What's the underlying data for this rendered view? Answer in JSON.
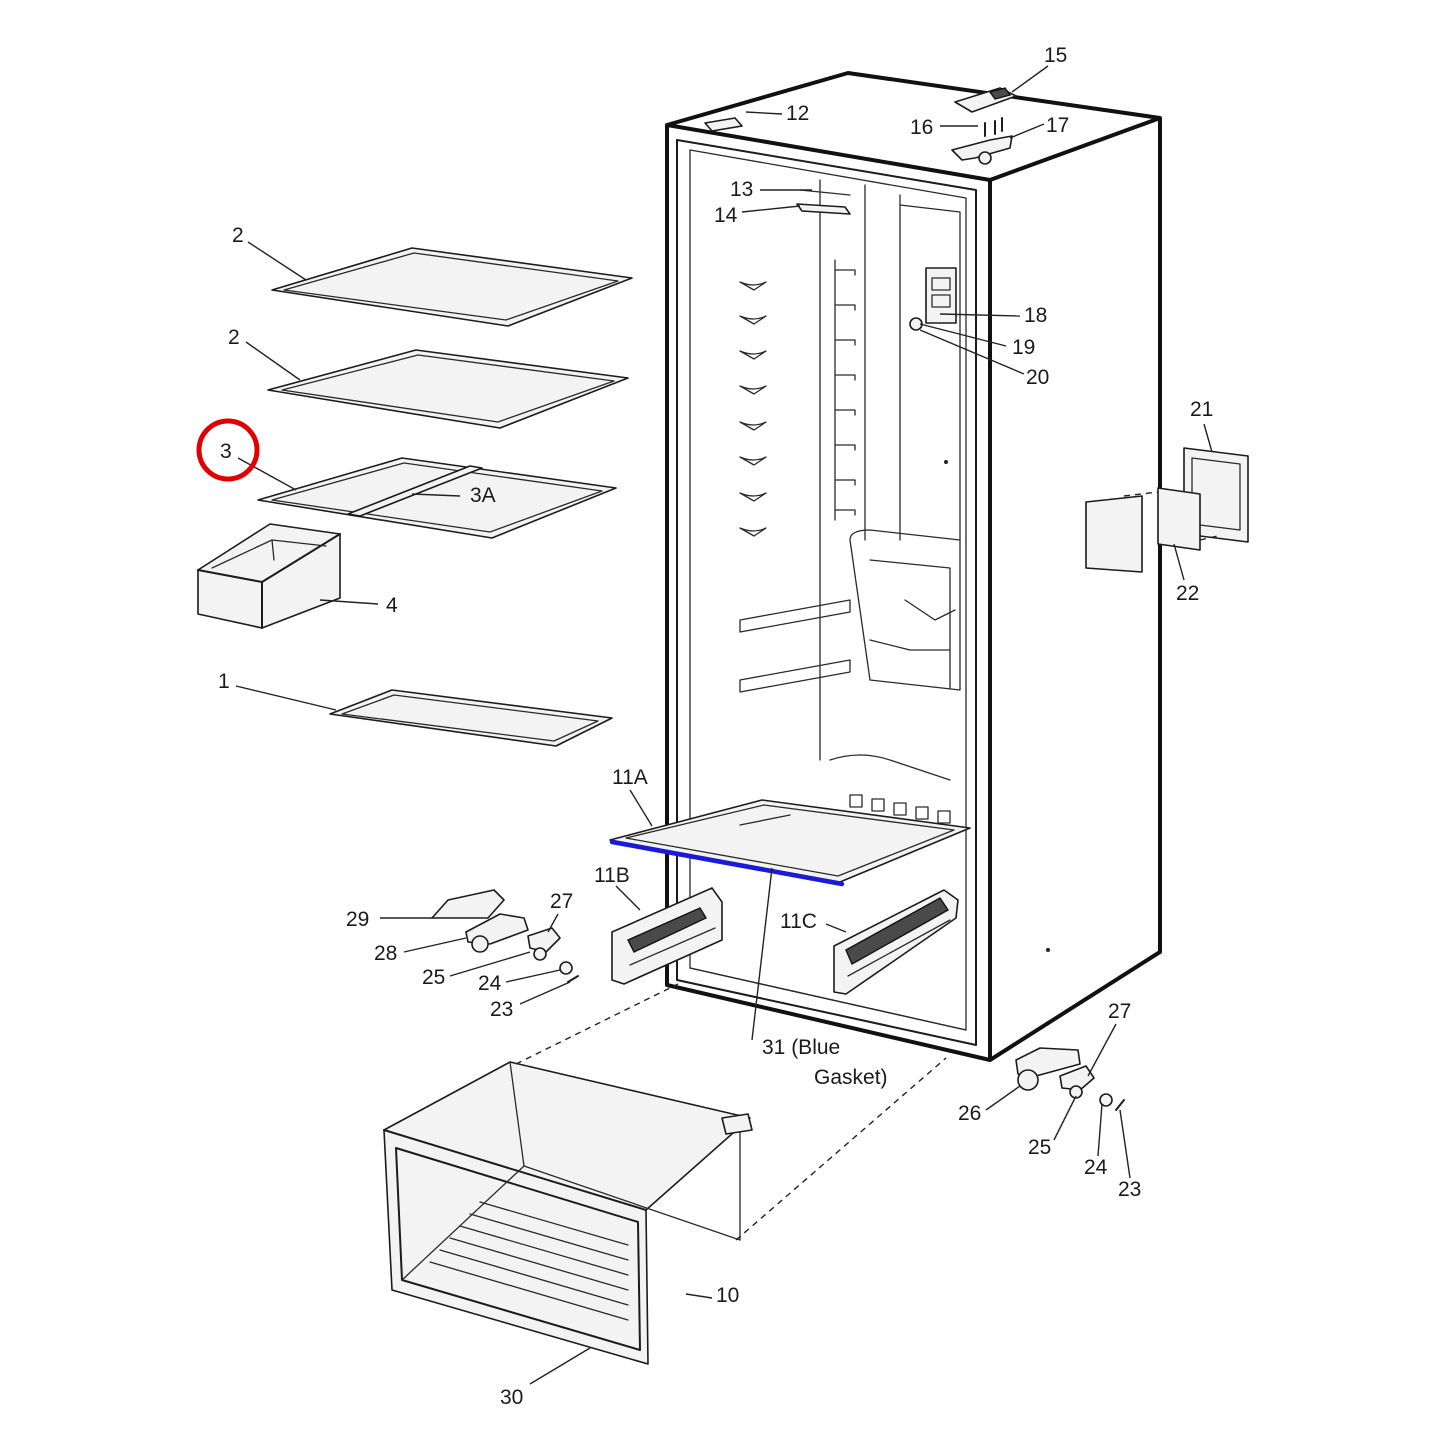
{
  "diagram": {
    "callouts": [
      {
        "id": "c1",
        "text": "1"
      },
      {
        "id": "c2a",
        "text": "2"
      },
      {
        "id": "c2b",
        "text": "2"
      },
      {
        "id": "c3",
        "text": "3"
      },
      {
        "id": "c3a",
        "text": "3A"
      },
      {
        "id": "c4",
        "text": "4"
      },
      {
        "id": "c10",
        "text": "10"
      },
      {
        "id": "c11a",
        "text": "11A"
      },
      {
        "id": "c11b",
        "text": "11B"
      },
      {
        "id": "c11c",
        "text": "11C"
      },
      {
        "id": "c12",
        "text": "12"
      },
      {
        "id": "c13",
        "text": "13"
      },
      {
        "id": "c14",
        "text": "14"
      },
      {
        "id": "c15",
        "text": "15"
      },
      {
        "id": "c16",
        "text": "16"
      },
      {
        "id": "c17",
        "text": "17"
      },
      {
        "id": "c18",
        "text": "18"
      },
      {
        "id": "c19",
        "text": "19"
      },
      {
        "id": "c20",
        "text": "20"
      },
      {
        "id": "c21",
        "text": "21"
      },
      {
        "id": "c22",
        "text": "22"
      },
      {
        "id": "c23a",
        "text": "23"
      },
      {
        "id": "c24a",
        "text": "24"
      },
      {
        "id": "c25a",
        "text": "25"
      },
      {
        "id": "c27a",
        "text": "27"
      },
      {
        "id": "c28",
        "text": "28"
      },
      {
        "id": "c29",
        "text": "29"
      },
      {
        "id": "c23b",
        "text": "23"
      },
      {
        "id": "c24b",
        "text": "24"
      },
      {
        "id": "c25b",
        "text": "25"
      },
      {
        "id": "c26",
        "text": "26"
      },
      {
        "id": "c27b",
        "text": "27"
      },
      {
        "id": "c30",
        "text": "30"
      },
      {
        "id": "c31a",
        "text": "31 (Blue"
      },
      {
        "id": "c31b",
        "text": "Gasket)"
      }
    ],
    "highlight": {
      "part": "3",
      "color": "#e00000"
    },
    "gasket": {
      "part": "31",
      "color": "#1a1adc"
    }
  }
}
